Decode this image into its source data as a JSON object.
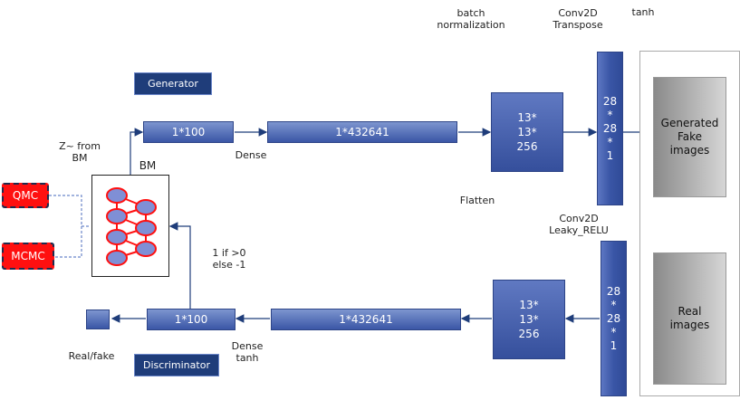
{
  "generator": {
    "tag": "Generator",
    "z_label": "Z~ from BM",
    "bar1": "1*100",
    "dense": "Dense",
    "bar2": "1*432641",
    "block": "13*\n13*\n256",
    "batch": "batch normalization",
    "flatten": "Flatten",
    "vbar": "28\n*\n28\n*\n1",
    "conv_t": "Conv2D\nTranspose",
    "tanh": "tanh"
  },
  "discriminator": {
    "tag": "Discriminator",
    "bar1": "1*100",
    "dense_tanh": "Dense\ntanh",
    "bar2": "1*432641",
    "block": "13*\n13*\n256",
    "vbar": "28\n*\n28\n*\n1",
    "conv": "Conv2D\nLeaky_RELU",
    "sign": "1 if >0\nelse -1",
    "realfake": "Real/fake"
  },
  "bm": {
    "label": "BM"
  },
  "samplers": {
    "qmc": "QMC",
    "mcmc": "MCMC"
  },
  "images": {
    "generated": "Generated\nFake\nimages",
    "real": "Real\nimages"
  },
  "colors": {
    "bar": "#3a56a6",
    "tag": "#1f3d7a",
    "sampler": "#ff1010",
    "node_fill": "#7f8fd6",
    "node_stroke": "#ff1010"
  }
}
